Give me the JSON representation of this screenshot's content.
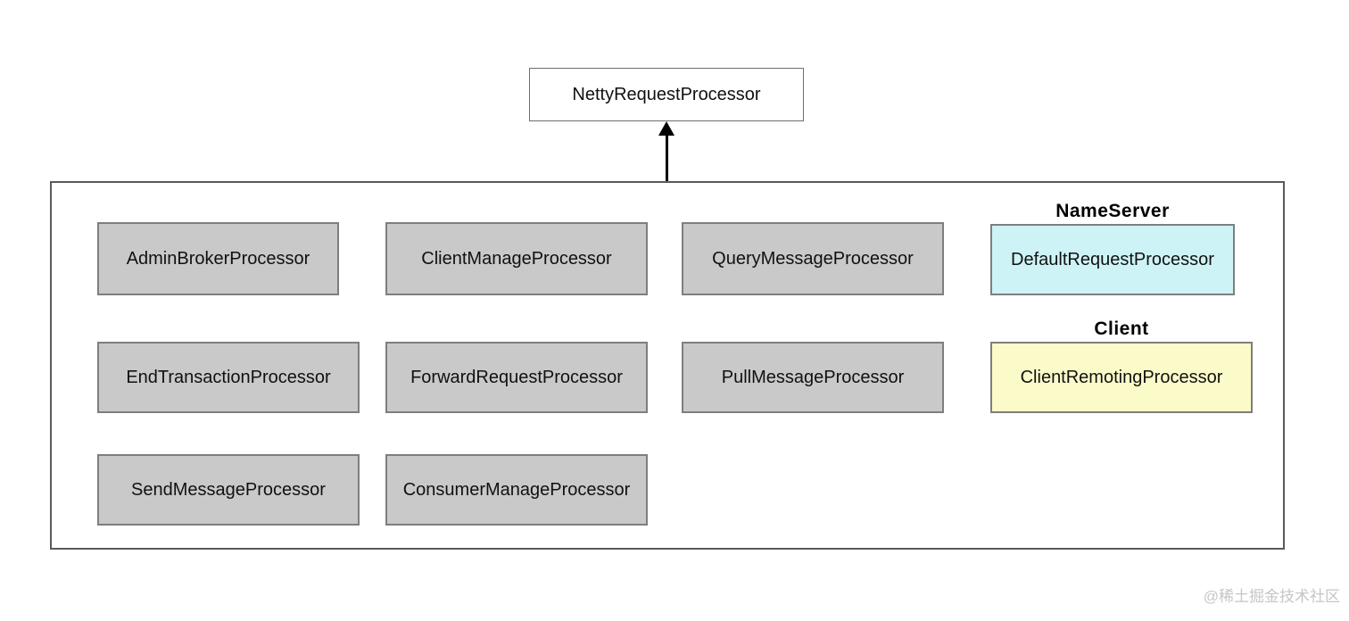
{
  "title_box": {
    "label": "NettyRequestProcessor"
  },
  "groups": {
    "nameserver": {
      "label": "NameServer"
    },
    "client": {
      "label": "Client"
    }
  },
  "processors": {
    "admin_broker": {
      "label": "AdminBrokerProcessor"
    },
    "client_manage": {
      "label": "ClientManageProcessor"
    },
    "query_message": {
      "label": "QueryMessageProcessor"
    },
    "default_request": {
      "label": "DefaultRequestProcessor",
      "group": "NameServer",
      "fill": "#cdf3f6"
    },
    "end_transaction": {
      "label": "EndTransactionProcessor"
    },
    "forward_request": {
      "label": "ForwardRequestProcessor"
    },
    "pull_message": {
      "label": "PullMessageProcessor"
    },
    "client_remoting": {
      "label": "ClientRemotingProcessor",
      "group": "Client",
      "fill": "#fbfbc9"
    },
    "send_message": {
      "label": "SendMessageProcessor"
    },
    "consumer_manage": {
      "label": "ConsumerManageProcessor"
    }
  },
  "colors": {
    "default_fill": "#c9c9c9",
    "box_border": "#7e7e7e",
    "arrow": "#000000"
  },
  "watermark": {
    "text": "@稀土掘金技术社区"
  }
}
